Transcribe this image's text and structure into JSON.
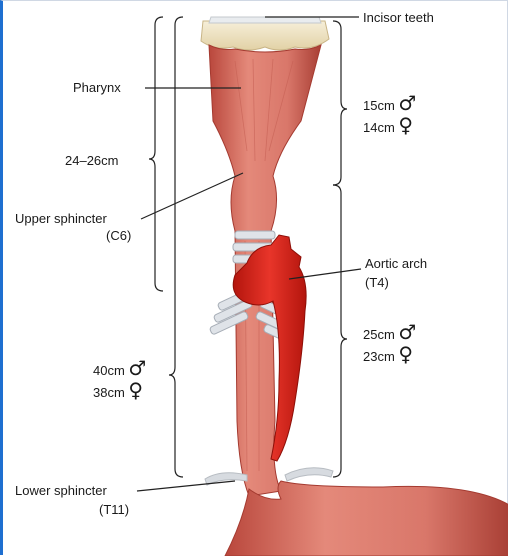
{
  "labels": {
    "incisor": "Incisor teeth",
    "pharynx": "Pharynx",
    "range_upper": "24–26cm",
    "upper_sphincter": "Upper sphincter",
    "upper_sphincter_level": "(C6)",
    "aortic_arch": "Aortic arch",
    "aortic_arch_level": "(T4)",
    "lower_sphincter": "Lower sphincter",
    "lower_sphincter_level": "(T11)"
  },
  "measurements": {
    "upper_right": [
      {
        "value": "15cm",
        "symbol": "♂"
      },
      {
        "value": "14cm",
        "symbol": "♀"
      }
    ],
    "lower_right": [
      {
        "value": "25cm",
        "symbol": "♂"
      },
      {
        "value": "23cm",
        "symbol": "♀"
      }
    ],
    "left_total": [
      {
        "value": "40cm",
        "symbol": "♂"
      },
      {
        "value": "38cm",
        "symbol": "♀"
      }
    ]
  },
  "colors": {
    "muscle": "#d9776a",
    "muscle_dark": "#b9473c",
    "aorta": "#d8261b",
    "trachea": "#dfe3e8",
    "teeth": "#efe3c4"
  }
}
